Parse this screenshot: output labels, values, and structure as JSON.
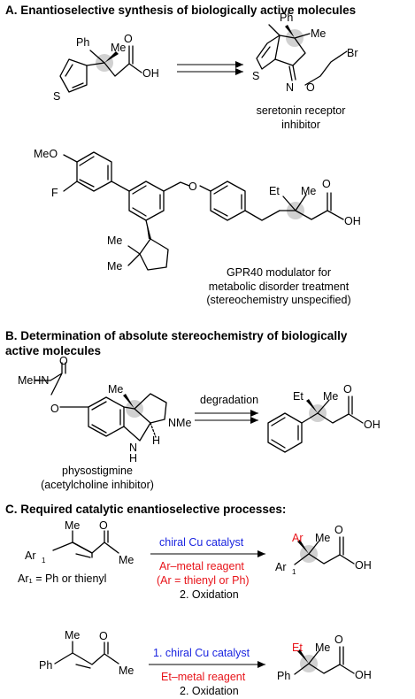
{
  "sections": {
    "a_title": "A. Enantioselective synthesis of biologically active molecules",
    "b_title_line1": "B. Determination of absolute stereochemistry of biologically",
    "b_title_line2": "active molecules",
    "c_title": "C. Required catalytic enantioselective processes:"
  },
  "atoms": {
    "ph": "Ph",
    "me": "Me",
    "oh": "OH",
    "o": "O",
    "s": "S",
    "br": "Br",
    "n": "N",
    "h": "H",
    "et": "Et",
    "f": "F",
    "meo": "MeO",
    "mehn": "MeHN",
    "nme": "NMe",
    "ar": "Ar",
    "ar1": "Ar",
    "sub1": "1"
  },
  "captions": {
    "serotonin_line1": "seretonin receptor",
    "serotonin_line2": "inhibitor",
    "gpr40_line1": "GPR40 modulator for",
    "gpr40_line2": "metabolic disorder treatment",
    "gpr40_line3": "(stereochemistry unspecified)",
    "physo_line1": "physostigmine",
    "physo_line2": "(acetylcholine inhibitor)",
    "degradation": "degradation",
    "ar1_definition": "Ar₁ = Ph or thienyl"
  },
  "conditions": {
    "r1_line1": "chiral Cu catalyst",
    "r1_line2": "Ar–metal reagent",
    "r1_line3": "(Ar = thienyl or Ph)",
    "r1_line4": "2. Oxidation",
    "r2_line1": "1. chiral Cu catalyst",
    "r2_line2": "Et–metal reagent",
    "r2_line3": "2. Oxidation"
  },
  "colors": {
    "red": "#e8141a",
    "blue": "#1a24e0",
    "stereo_ball": "#c9c9c9"
  }
}
